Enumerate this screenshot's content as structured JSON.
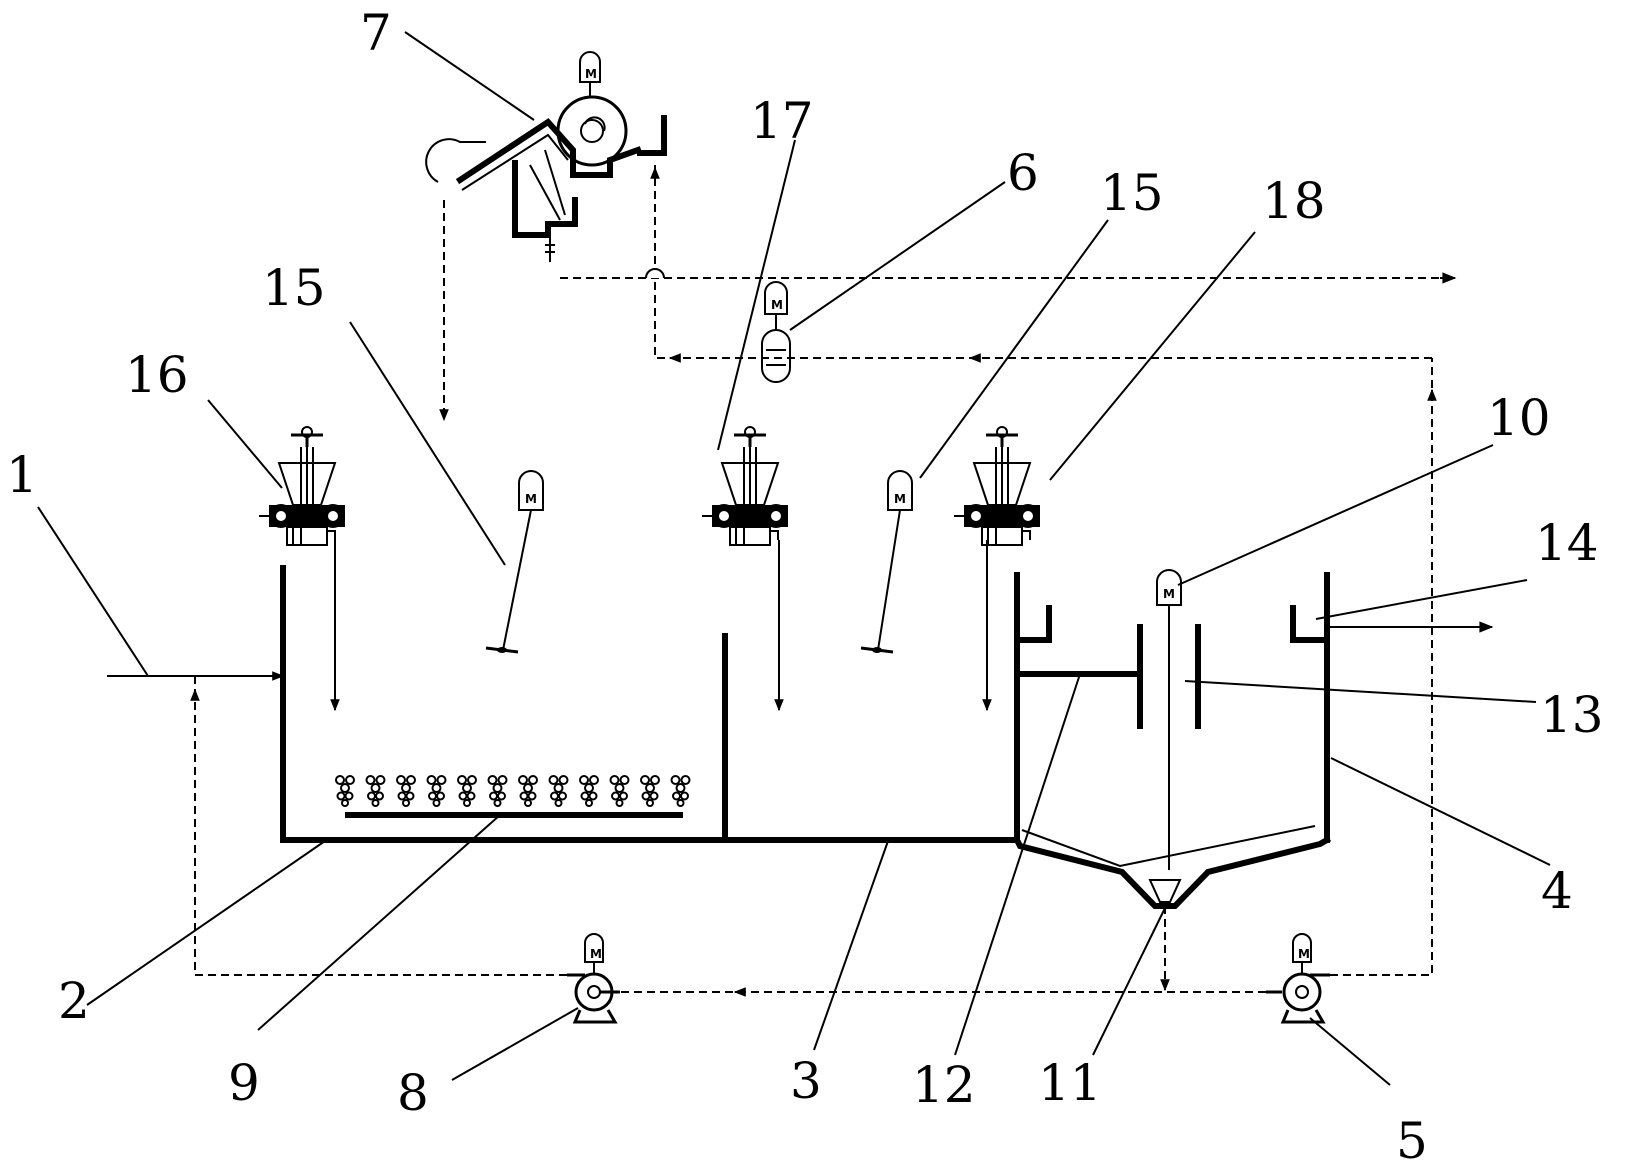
{
  "diagram": {
    "callouts": [
      {
        "id": "1",
        "label": "1"
      },
      {
        "id": "2",
        "label": "2"
      },
      {
        "id": "3",
        "label": "3"
      },
      {
        "id": "4",
        "label": "4"
      },
      {
        "id": "5",
        "label": "5"
      },
      {
        "id": "6",
        "label": "6"
      },
      {
        "id": "7",
        "label": "7"
      },
      {
        "id": "8",
        "label": "8"
      },
      {
        "id": "9",
        "label": "9"
      },
      {
        "id": "10",
        "label": "10"
      },
      {
        "id": "11",
        "label": "11"
      },
      {
        "id": "12",
        "label": "12"
      },
      {
        "id": "13",
        "label": "13"
      },
      {
        "id": "14",
        "label": "14"
      },
      {
        "id": "15a",
        "label": "15"
      },
      {
        "id": "15b",
        "label": "15"
      },
      {
        "id": "16",
        "label": "16"
      },
      {
        "id": "17",
        "label": "17"
      },
      {
        "id": "18",
        "label": "18"
      }
    ],
    "motor_label": "M",
    "pump_motor_label": "M"
  }
}
